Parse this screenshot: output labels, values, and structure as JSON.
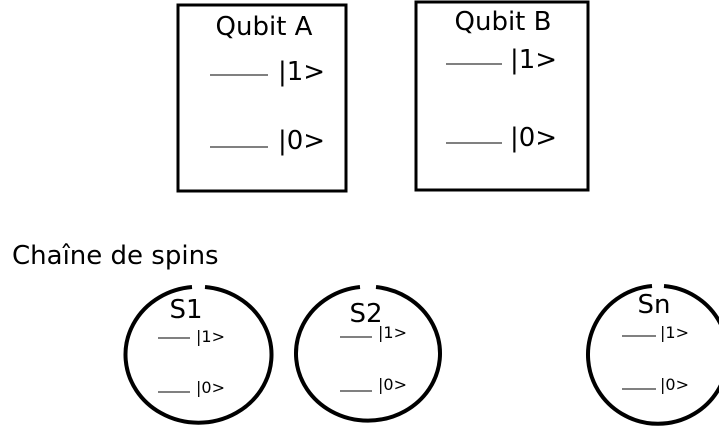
{
  "qubits": [
    {
      "title": "Qubit A",
      "levels": [
        {
          "label": "|1>"
        },
        {
          "label": "|0>"
        }
      ]
    },
    {
      "title": "Qubit B",
      "levels": [
        {
          "label": "|1>"
        },
        {
          "label": "|0>"
        }
      ]
    }
  ],
  "chain": {
    "title": "Chaîne de spins",
    "spins": [
      {
        "name": "S1",
        "levels": [
          {
            "label": "|1>"
          },
          {
            "label": "|0>"
          }
        ]
      },
      {
        "name": "S2",
        "levels": [
          {
            "label": "|1>"
          },
          {
            "label": "|0>"
          }
        ]
      },
      {
        "name": "Sn",
        "levels": [
          {
            "label": "|1>"
          },
          {
            "label": "|0>"
          }
        ]
      }
    ]
  }
}
